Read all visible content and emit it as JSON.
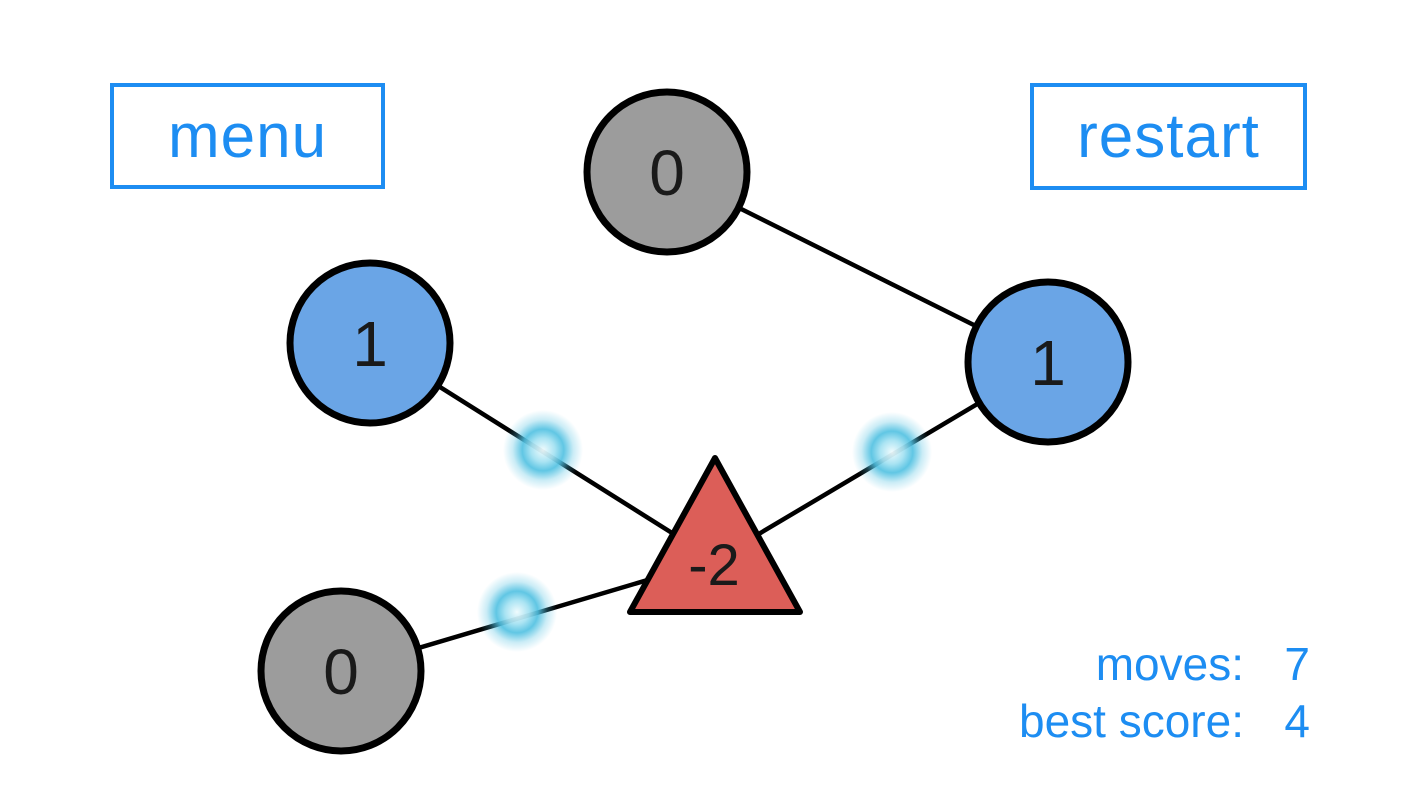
{
  "buttons": {
    "menu": "menu",
    "restart": "restart"
  },
  "hud": {
    "moves_label": "moves:",
    "moves_value": "7",
    "best_score_label": "best score:",
    "best_score_value": "4"
  },
  "colors": {
    "accent_blue": "#1d8df2",
    "node_blue": "#6aa5e6",
    "node_gray": "#9c9c9c",
    "node_red": "#dc5e58",
    "edge_black": "#000000",
    "glow_cyan": "#4fc0e1"
  },
  "graph": {
    "nodes": [
      {
        "id": "top",
        "shape": "circle",
        "color": "gray",
        "value": "0"
      },
      {
        "id": "left",
        "shape": "circle",
        "color": "blue",
        "value": "1"
      },
      {
        "id": "right",
        "shape": "circle",
        "color": "blue",
        "value": "1"
      },
      {
        "id": "bottom-left",
        "shape": "circle",
        "color": "gray",
        "value": "0"
      },
      {
        "id": "center",
        "shape": "triangle",
        "color": "red",
        "value": "-2"
      }
    ],
    "edges": [
      {
        "from": "top",
        "to": "right",
        "glow": false
      },
      {
        "from": "left",
        "to": "center",
        "glow": true
      },
      {
        "from": "right",
        "to": "center",
        "glow": true
      },
      {
        "from": "bottom-left",
        "to": "center",
        "glow": true
      }
    ]
  }
}
